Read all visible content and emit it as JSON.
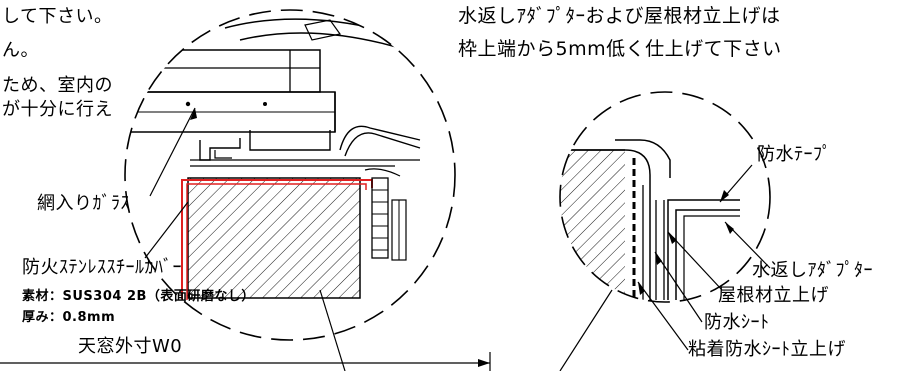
{
  "left_notes": {
    "line1": "して下さい。",
    "line2": "ん。",
    "line3": "ため、室内の",
    "line4": "が十分に行え"
  },
  "right_note": {
    "line1": "水返しｱﾀﾞﾌﾟﾀｰおよび屋根材立上げは",
    "line2": "枠上端から5mm低く仕上げて下さい"
  },
  "labels": {
    "wired_glass": "網入りｶﾞﾗｽ",
    "fire_cover": "防火ｽﾃﾝﾚｽｽﾁｰﾙｶﾊﾞｰ",
    "material": "素材：SUS304 2B（表面研磨なし）",
    "thickness": "厚み：0.8mm",
    "skylight_dim": "天窓外寸W0",
    "waterproof_tape": "防水ﾃｰﾌﾟ",
    "water_adapter": "水返しｱﾀﾞﾌﾟﾀｰ",
    "roof_upstand": "屋根材立上げ",
    "waterproof_sheet": "防水ｼｰﾄ",
    "adhesive_sheet": "粘着防水ｼｰﾄ立上げ"
  },
  "colors": {
    "line": "#000000",
    "cover_red": "#e02020"
  }
}
